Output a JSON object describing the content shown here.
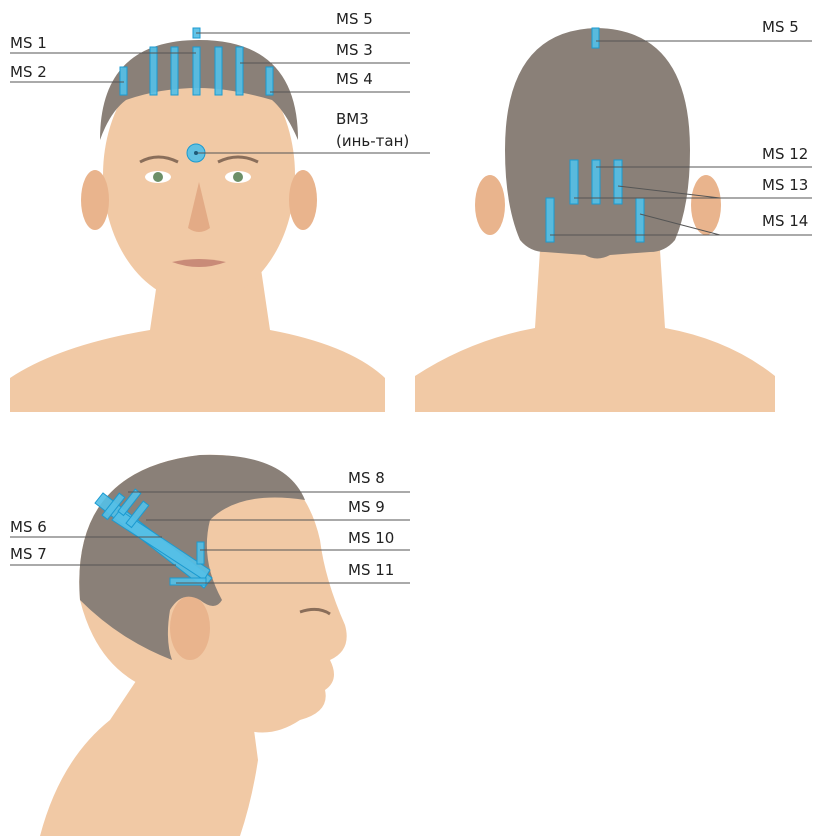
{
  "palette": {
    "zone_fill": "#55bfe6",
    "zone_stroke": "#1b9ad0",
    "hair": "#8a8078",
    "skin": "#f1c9a5",
    "line": "#555555",
    "text": "#222222"
  },
  "front_view": {
    "labels": {
      "ms1": "MS 1",
      "ms2": "MS 2",
      "ms3": "MS 3",
      "ms4": "MS 4",
      "ms5": "MS 5",
      "bm3_line1": "BM3",
      "bm3_line2": "(инь-тан)"
    }
  },
  "back_view": {
    "labels": {
      "ms5": "MS 5",
      "ms12": "MS 12",
      "ms13": "MS 13",
      "ms14": "MS 14"
    }
  },
  "side_view": {
    "labels": {
      "ms6": "MS 6",
      "ms7": "MS 7",
      "ms8": "MS 8",
      "ms9": "MS 9",
      "ms10": "MS 10",
      "ms11": "MS 11"
    }
  }
}
